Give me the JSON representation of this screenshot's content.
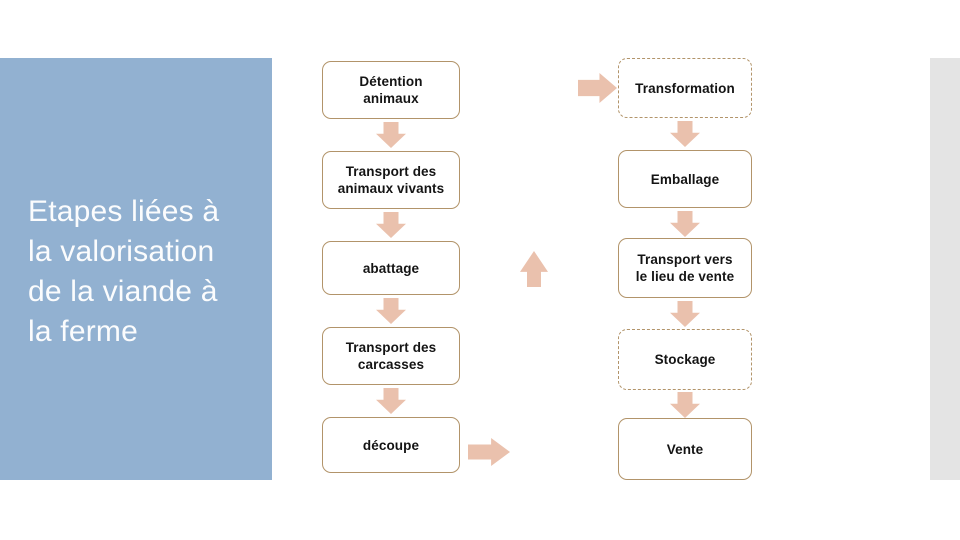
{
  "slide": {
    "title": "Etapes liées à\nla valorisation\nde la viande à\nla ferme"
  },
  "flowchart": {
    "left_column": [
      {
        "label": "Détention\nanimaux",
        "border": "solid"
      },
      {
        "label": "Transport des\nanimaux vivants",
        "border": "solid"
      },
      {
        "label": "abattage",
        "border": "solid"
      },
      {
        "label": "Transport des\ncarcasses",
        "border": "solid"
      },
      {
        "label": "découpe",
        "border": "solid"
      }
    ],
    "right_column": [
      {
        "label": "Transformation",
        "border": "dashed"
      },
      {
        "label": "Emballage",
        "border": "solid"
      },
      {
        "label": "Transport vers\nle lieu de vente",
        "border": "solid"
      },
      {
        "label": "Stockage",
        "border": "dashed"
      },
      {
        "label": "Vente",
        "border": "solid"
      }
    ],
    "connectors": [
      "arrow-right-into-transformation",
      "arrow-up-between-columns",
      "arrow-right-from-decoupe"
    ]
  },
  "colors": {
    "panel_blue": "#92b1d1",
    "arrow_salmon": "#eac1ad",
    "box_border_tan": "#b2946a",
    "right_bar_gray": "#e4e4e4",
    "title_text": "#fbfcfd",
    "box_text": "#141414"
  }
}
